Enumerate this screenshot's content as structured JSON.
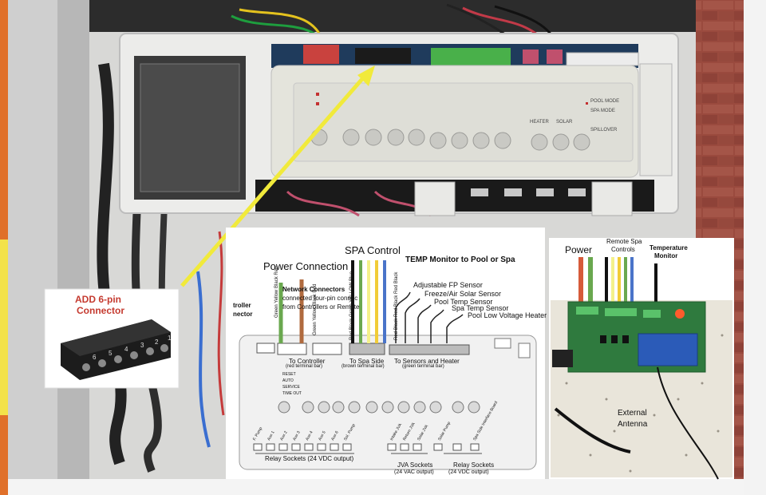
{
  "callout": {
    "line1": "ADD 6-pin",
    "line2": "Connector",
    "pins": [
      "6",
      "5",
      "4",
      "3",
      "2",
      "1"
    ]
  },
  "panel_keys": {
    "pool_mode": "POOL MODE",
    "spa_mode": "SPA MODE",
    "spillover": "SPILLOVER",
    "heater": "HEATER",
    "solar": "SOLAR"
  },
  "diagram": {
    "spa_control": "SPA Control",
    "temp_monitor": "TEMP Monitor to Pool or Spa",
    "power_connection": "Power Connection",
    "network_connectors_1": "Network Connectors",
    "network_connectors_2": "connected four-pin connec",
    "network_connectors_3": "from Controllers or Remote",
    "controller_connector_1": "troller",
    "controller_connector_2": "nector",
    "sensors": [
      "Adjustable FP Sensor",
      "Freeze/Air Solar Sensor",
      "Pool Temp Sensor",
      "Spa Temp Sensor",
      "Pool Low Voltage Heater"
    ],
    "to_controller_1": "To Controller",
    "to_controller_2": "(red terminal bar)",
    "to_spa_side_1": "To Spa Side",
    "to_spa_side_2": "(brown terminal bar)",
    "to_sensors_1": "To Sensors and Heater",
    "to_sensors_2": "(green terminal bar)",
    "relay_sockets_1": "Relay Sockets (24 VDC output)",
    "jva_sockets_1": "JVA Sockets",
    "jva_sockets_2": "(24 VAC output)",
    "relay_sockets_2a": "Relay Sockets",
    "relay_sockets_2b": "(24 VDC output)",
    "wire_colors_1": [
      "Green",
      "Yellow",
      "Black",
      "Red"
    ],
    "wire_colors_2": [
      "Green",
      "Yellow",
      "Black",
      "Red"
    ],
    "wire_colors_3": [
      "Red",
      "Black",
      "Green",
      "YELLOW",
      "Blue"
    ],
    "wire_colors_4": [
      "Red",
      "Black",
      "Red",
      "Black",
      "Red",
      "Black"
    ],
    "led_labels": [
      "RESET",
      "AUTO",
      "SERVICE",
      "TIME OUT"
    ],
    "relay_labels": [
      "F. Pump",
      "Aux 1",
      "Aux 2",
      "Aux 3",
      "Aux 4",
      "Aux 5",
      "Aux 6",
      "Sol. Pump"
    ],
    "jva_labels": [
      "Intake JVA",
      "Return JVA",
      "Solar JVA",
      "Solar Pump",
      "Spa Side Interface Board"
    ]
  },
  "board": {
    "power": "Power",
    "remote_spa_1": "Remote Spa",
    "remote_spa_2": "Controls",
    "temperature_1": "Temperature",
    "temperature_2": "Monitor",
    "antenna_1": "External",
    "antenna_2": "Antenna"
  }
}
